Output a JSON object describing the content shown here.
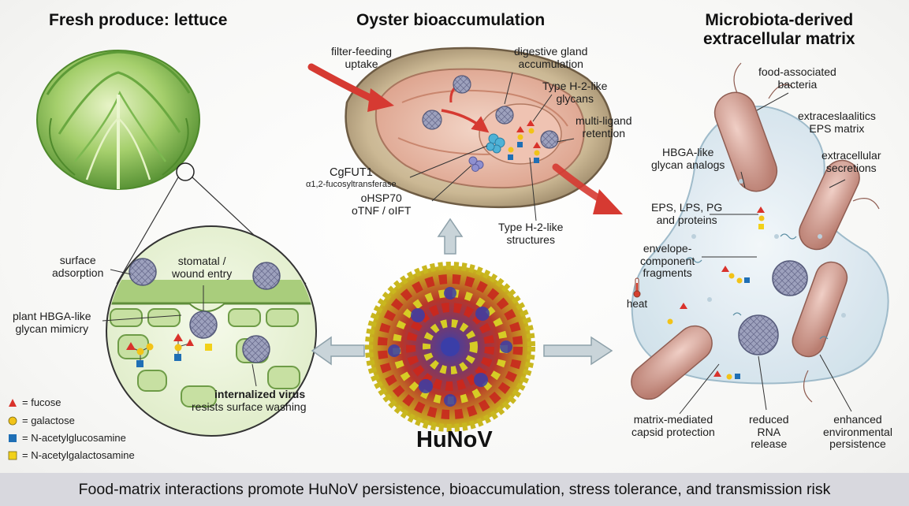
{
  "panels": {
    "lettuce": {
      "title": "Fresh produce: lettuce",
      "labels": {
        "surface_adsorption": "surface\nadsorption",
        "stomatal_entry": "stomatal /\nwound entry",
        "plant_hbga": "plant HBGA-like\nglycan mimicry",
        "internalized_title": "internalized virus",
        "internalized_sub": "resists surface washing"
      }
    },
    "oyster": {
      "title": "Oyster bioaccumulation",
      "labels": {
        "filter_feeding": "filter-feeding\nuptake",
        "digestive_gland": "digestive gland\naccumulation",
        "type_h2_glycans": "Type H-2-like\nglycans",
        "multi_ligand": "multi-ligand\nretention",
        "cgfut1": "CgFUT1",
        "fucosyltransferase": "α1,2-fucosyltransferase",
        "ohsp70": "oHSP70\noTNF / oIFT",
        "type_h2_structures": "Type H-2-like\nstructures"
      }
    },
    "microbiota": {
      "title": "Microbiota-derived\nextracellular matrix",
      "labels": {
        "food_bacteria": "food-associated\nbacteria",
        "eps_matrix": "extraceslaalitics\nEPS matrix",
        "hbga_analogs": "HBGA-like\nglycan analogs",
        "extracellular_secretions": "extracellular\nsecretions",
        "eps_lps": "EPS, LPS, PG\nand proteins",
        "envelope": "envelope-\ncomponent\nfragments",
        "heat": "heat",
        "capsid_protection": "matrix-mediated\ncapsid protection",
        "reduced_rna": "reduced\nRNA\nrelease",
        "enhanced_persistence": "enhanced\nenvironmental\npersistence"
      }
    },
    "center": {
      "virus_label": "HuNoV"
    }
  },
  "legend": [
    {
      "symbol": "triangle",
      "color": "#d9322b",
      "label": "= fucose"
    },
    {
      "symbol": "circle",
      "color": "#f2c318",
      "label": "= galactose"
    },
    {
      "symbol": "square",
      "color": "#1f6fb5",
      "label": "= N-acetylglucosamine"
    },
    {
      "symbol": "square",
      "color": "#f2d11a",
      "label": "= N-acetylgalactosamine"
    }
  ],
  "footer": "Food-matrix interactions promote HuNoV persistence, bioaccumulation, stress tolerance, and transmission risk",
  "colors": {
    "lettuce_green": "#7bb54a",
    "leaf_cell": "#cfe3b0",
    "oyster_shell": "#b9a98c",
    "oyster_flesh": "#e9b9a8",
    "matrix_blue": "#dbe9f1",
    "bacteria": "#d8a59a",
    "virus_red": "#c8281e",
    "virus_yellow": "#d6cc25",
    "virus_blue": "#3a3ea8",
    "arrow_red": "#d63a32",
    "arrow_grey": "#9fb0b8"
  }
}
